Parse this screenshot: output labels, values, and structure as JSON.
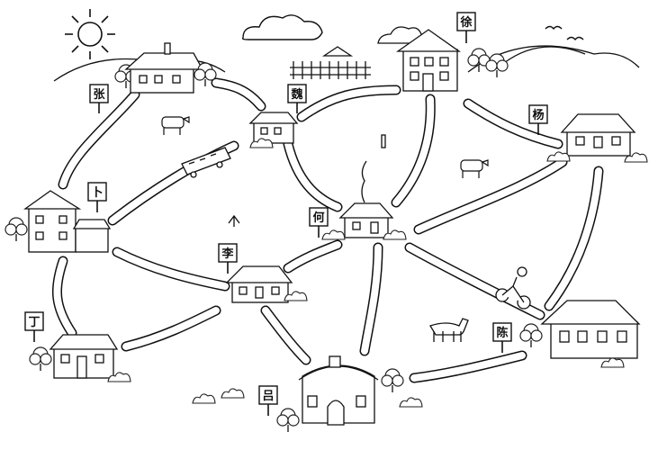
{
  "map": {
    "houses": [
      {
        "id": "zhang",
        "sign": "张"
      },
      {
        "id": "wei",
        "sign": "魏"
      },
      {
        "id": "xu",
        "sign": "徐"
      },
      {
        "id": "yang",
        "sign": "杨"
      },
      {
        "id": "bu",
        "sign": "卜"
      },
      {
        "id": "he",
        "sign": "何"
      },
      {
        "id": "li",
        "sign": "李"
      },
      {
        "id": "ding",
        "sign": "丁"
      },
      {
        "id": "lv",
        "sign": "吕"
      },
      {
        "id": "chen",
        "sign": "陈"
      }
    ]
  }
}
